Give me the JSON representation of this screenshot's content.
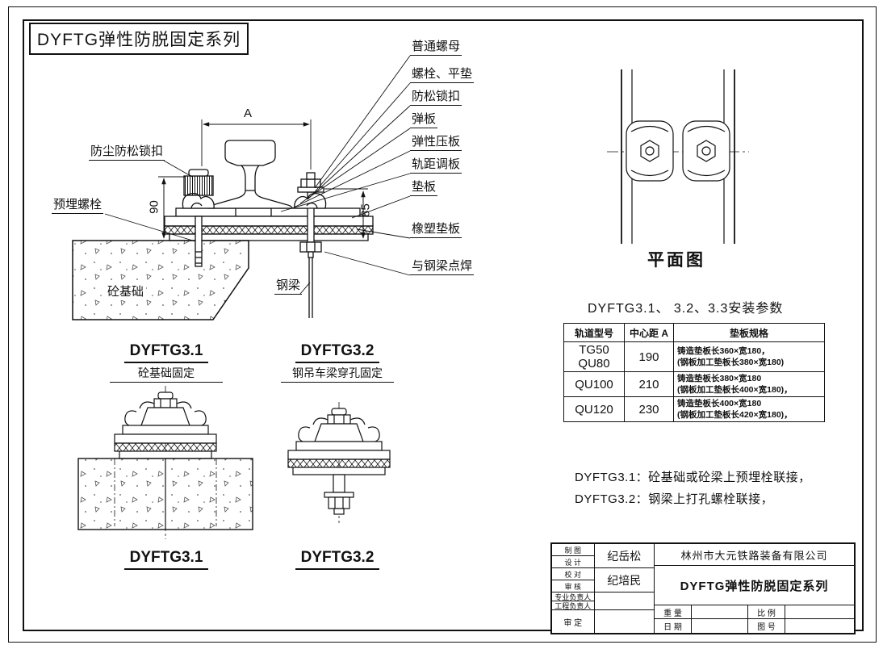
{
  "sheet": {
    "series_title": "DYFTG弹性防脱固定系列"
  },
  "main_view": {
    "callouts_right": [
      "普通螺母",
      "螺栓、平垫",
      "防松锁扣",
      "弹板",
      "弹性压板",
      "轨距调板",
      "垫板",
      "橡塑垫板",
      "与钢梁点焊"
    ],
    "callouts_left": [
      "防尘防松锁扣",
      "预埋螺栓",
      "砼基础",
      "钢梁"
    ],
    "dim_a": "A",
    "dim_left": "90",
    "dim_right": "85"
  },
  "variants": [
    {
      "heading": "DYFTG3.1",
      "subtitle": "砼基础固定",
      "bottom_label": "DYFTG3.1"
    },
    {
      "heading": "DYFTG3.2",
      "subtitle": "钢吊车梁穿孔固定",
      "bottom_label": "DYFTG3.2"
    }
  ],
  "plan_view": {
    "label": "平面图"
  },
  "params_table": {
    "title": "DYFTG3.1、 3.2、3.3安装参数",
    "headers": [
      "轨道型号",
      "中心距 A",
      "垫板规格"
    ],
    "rows": [
      {
        "model": "TG50\nQU80",
        "center_a": "190",
        "spec_main": "铸造垫板长360×宽180，",
        "spec_alt": "(钢板加工垫板长380×宽180)"
      },
      {
        "model": "QU100",
        "center_a": "210",
        "spec_main": "铸造垫板长380×宽180",
        "spec_alt": "(钢板加工垫板长400×宽180)，"
      },
      {
        "model": "QU120",
        "center_a": "230",
        "spec_main": "铸造垫板长400×宽180",
        "spec_alt": "(钢板加工垫板长420×宽180)，"
      }
    ]
  },
  "notes": [
    "DYFTG3.1：砼基础或砼梁上预埋栓联接，",
    "DYFTG3.2：钢梁上打孔螺栓联接，"
  ],
  "title_block": {
    "roles": [
      "制 图",
      "设 计",
      "校 对",
      "审 核",
      "专业负责人",
      "工程负责人",
      "审 定"
    ],
    "designer_name": "纪岳松",
    "reviewer_name": "纪培民",
    "company": "林州市大元铁路装备有限公司",
    "product_title": "DYFTG弹性防脱固定系列",
    "field_weight": "重 量",
    "field_scale": "比 例",
    "field_date": "日 期",
    "field_number": "图 号"
  }
}
